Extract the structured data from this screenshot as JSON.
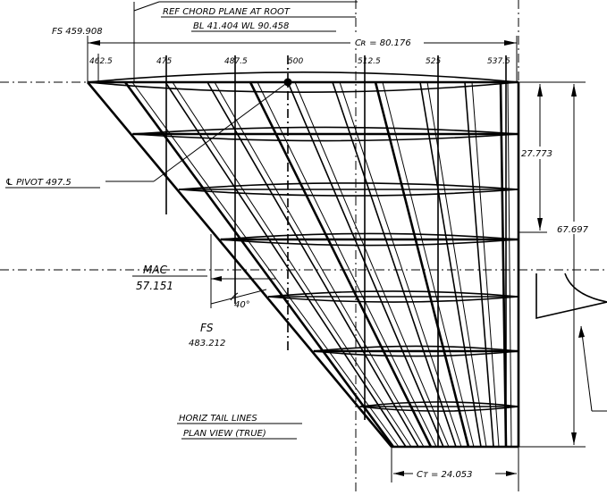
{
  "labels": {
    "fs_root": "FS 459.908",
    "ref_chord_line1": "REF CHORD PLANE AT ROOT",
    "ref_chord_line2": "BL 41.404   WL 90.458",
    "root_chord": "Cʀ = 80.176",
    "station_ticks": [
      "462.5",
      "475",
      "487.5",
      "500",
      "512.5",
      "525",
      "537.5"
    ],
    "pivot": "℄ PIVOT 497.5",
    "dim_27": "27.773",
    "dim_67": "67.697",
    "mac_label": "MAC",
    "mac_value": "57.151",
    "angle": "40°",
    "fs_lower_1": "FS",
    "fs_lower_2": "483.212",
    "title_line1": "HORIZ TAIL LINES",
    "title_line2": "PLAN VIEW (TRUE)",
    "tip_chord": "Cᴛ = 24.053"
  }
}
